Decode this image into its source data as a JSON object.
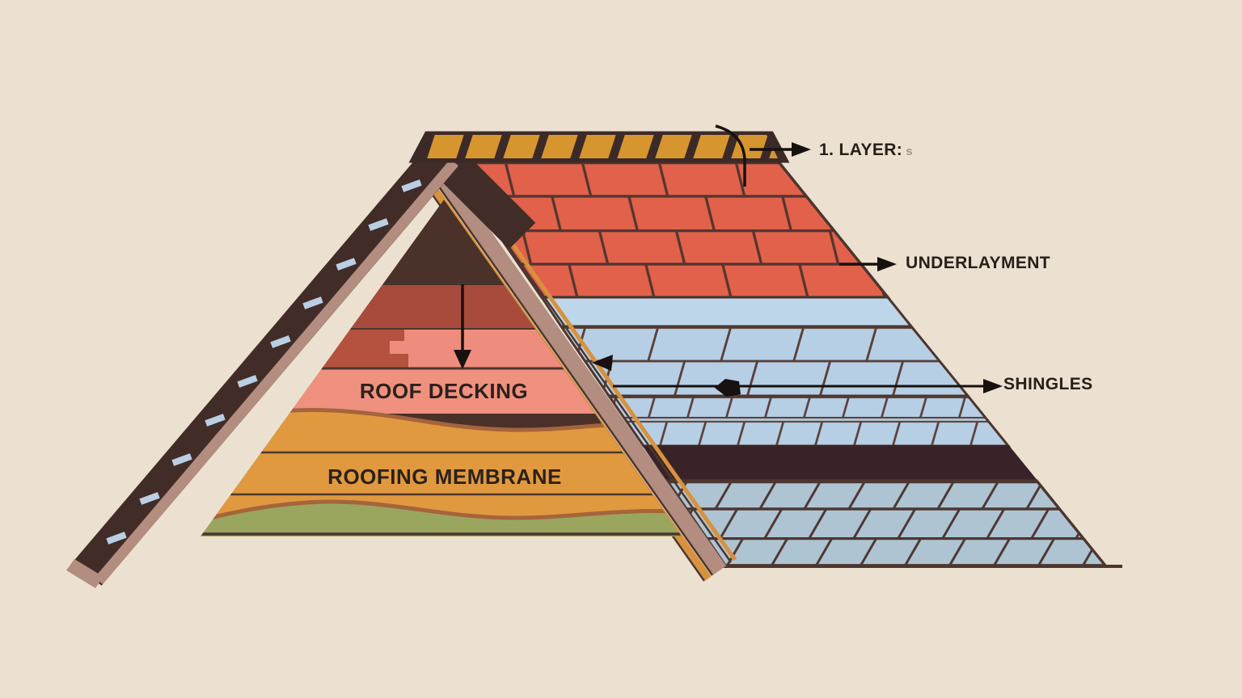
{
  "labels": {
    "layer": {
      "text": "1. LAYER:",
      "suffix": "s"
    },
    "underlayment": {
      "text": "UNDERLAYMENT"
    },
    "shingles": {
      "text": "SHINGLES"
    },
    "roof_decking": {
      "text": "ROOF DECKING"
    },
    "roofing_membrane": {
      "text": "ROOFING MEMBRANE"
    }
  },
  "colors": {
    "background": "#ece1d1",
    "outline": "#4c362e",
    "ink": "#17110f",
    "red_shingle": "#e2614b",
    "red_line": "#53362e",
    "ridge_orange": "#d6952f",
    "ridge_dark": "#3c2a28",
    "blue_plain": "#bdd6ea",
    "blue_shingle": "#b6cfe5",
    "blue_line": "#5a4038",
    "dark_band": "#392329",
    "gray_shingle": "#aec4d3",
    "gray_line": "#4c3630",
    "rake_dark": "#412c27",
    "rake_mauve": "#b28d80",
    "tick_blue": "#bacfe4",
    "strip_orange": "#d8913c",
    "attic": "#4a3129",
    "dark_red_band": "#a84b3d",
    "pink_band": "#ee8c7d",
    "pink_patch": "#b4523f",
    "decking_band": "#f0907f",
    "membrane_orange": "#e1993f",
    "wave_line": "#a5643c",
    "green_band": "#9aa65e"
  }
}
